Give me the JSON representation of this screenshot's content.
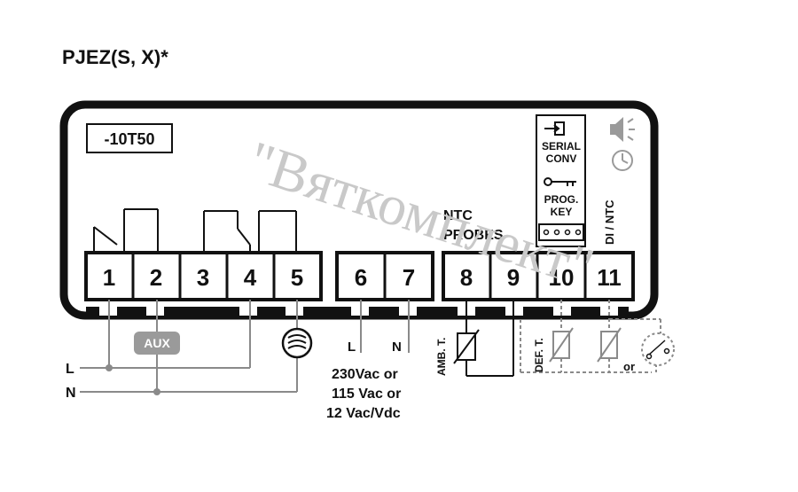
{
  "title": "PJEZ(S, X)*",
  "model_label": "-10T50",
  "terminals": [
    "1",
    "2",
    "3",
    "4",
    "5",
    "6",
    "7",
    "8",
    "9",
    "10",
    "11"
  ],
  "ntc_probes_label": [
    "NTC",
    "PROBES"
  ],
  "serial_conv_label": [
    "SERIAL",
    "CONV"
  ],
  "prog_key_label": [
    "PROG.",
    "KEY"
  ],
  "di_ntc_label": "DI / NTC",
  "aux_label": "AUX",
  "line_labels": {
    "l": "L",
    "n": "N"
  },
  "supply_labels": {
    "l": "L",
    "n": "N"
  },
  "supply_voltages": [
    "230Vac or",
    "115 Vac or",
    "12 Vac/Vdc"
  ],
  "amb_t_label": "AMB. T.",
  "def_t_label": "DEF. T.",
  "or_label": "or",
  "watermark": "\"Вяткомплект\"",
  "colors": {
    "frame": "#111111",
    "wire": "#8a8a8a",
    "aux_badge": "#9a9a9a",
    "watermark": "#c9c9c9"
  }
}
